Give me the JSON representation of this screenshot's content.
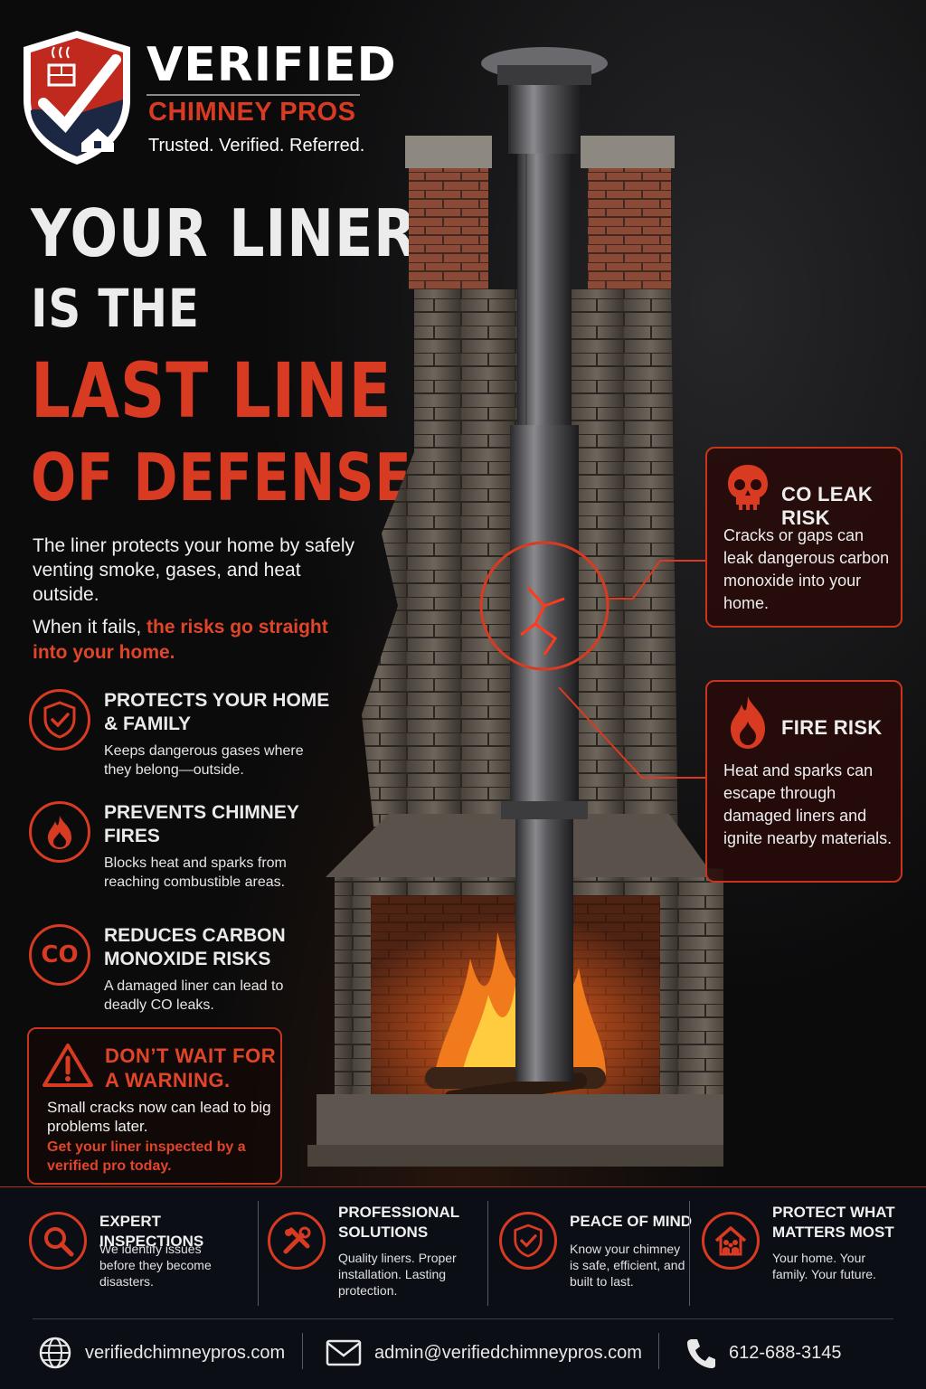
{
  "brand": {
    "name": "VERIFIED",
    "sub": "CHIMNEY PROS",
    "tagline": "Trusted. Verified. Referred."
  },
  "headline": {
    "line1": "YOUR LINER",
    "line2": "IS THE",
    "line3": "LAST LINE",
    "line4": "OF DEFENSE."
  },
  "intro": {
    "p1": "The liner protects your home by safely venting smoke, gases, and heat outside.",
    "p2_lead": "When it fails, ",
    "p2_highlight": "the risks go straight into your home."
  },
  "features": [
    {
      "title": "PROTECTS YOUR HOME & FAMILY",
      "desc": "Keeps dangerous gases where they belong—outside.",
      "icon": "shield-check-icon"
    },
    {
      "title": "PREVENTS CHIMNEY FIRES",
      "desc": "Blocks heat and sparks from reaching combustible areas.",
      "icon": "flame-icon"
    },
    {
      "title": "REDUCES CARBON MONOXIDE RISKS",
      "desc": "A damaged liner can lead to deadly CO leaks.",
      "icon": "co-icon",
      "icon_text": "CO"
    }
  ],
  "warning": {
    "title": "DON’T WAIT FOR A WARNING.",
    "desc": "Small cracks now can lead to big problems later.",
    "cta": "Get your liner inspected by a verified pro today."
  },
  "risks": [
    {
      "title": "CO LEAK RISK",
      "desc": "Cracks or gaps can leak dangerous carbon monoxide into your home.",
      "icon": "skull-icon"
    },
    {
      "title": "FIRE RISK",
      "desc": "Heat and sparks can escape through damaged liners and ignite nearby materials.",
      "icon": "flame-icon"
    }
  ],
  "services": [
    {
      "title": "EXPERT INSPECTIONS",
      "desc": "We identify issues before they become disasters.",
      "icon": "magnifier-icon"
    },
    {
      "title": "PROFESSIONAL SOLUTIONS",
      "desc": "Quality liners. Proper installation. Lasting protection.",
      "icon": "tools-icon"
    },
    {
      "title": "PEACE OF MIND",
      "desc": "Know your chimney is safe, efficient, and built to last.",
      "icon": "shield-check-icon"
    },
    {
      "title": "PROTECT WHAT MATTERS MOST",
      "desc": "Your home. Your family. Your future.",
      "icon": "house-family-icon"
    }
  ],
  "contact": {
    "website": "verifiedchimneypros.com",
    "email": "admin@verifiedchimneypros.com",
    "phone": "612-688-3145"
  },
  "colors": {
    "accent": "#d83a22",
    "background": "#0b0b0c",
    "band": "#0b0e15"
  }
}
